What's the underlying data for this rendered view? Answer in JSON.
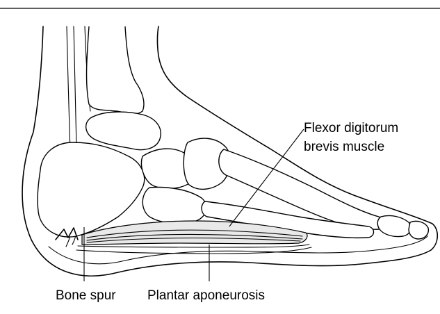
{
  "labels": {
    "flexor_line1": "Flexor digitorum",
    "flexor_line2": "brevis muscle",
    "bone_spur": "Bone spur",
    "plantar_aponeurosis": "Plantar aponeurosis"
  },
  "colors": {
    "background": "#ffffff",
    "ink": "#000000",
    "muscle_fill": "#d9d9d9",
    "bone_fill": "#ffffff"
  }
}
